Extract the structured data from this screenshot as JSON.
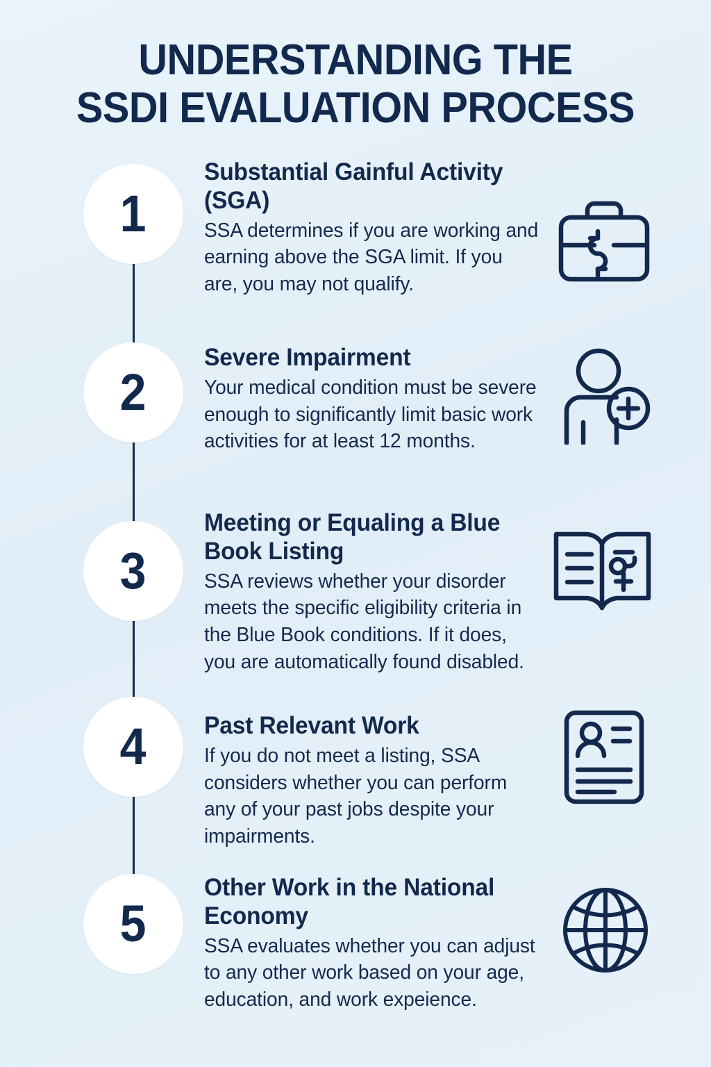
{
  "theme": {
    "background": "#e4f0f8",
    "navy": "#12294d",
    "circle_fill": "#ffffff"
  },
  "title": {
    "line1": "UNDERSTANDING THE",
    "line2": "SSDI EVALUATION PROCESS"
  },
  "steps": [
    {
      "number": "1",
      "heading": "Substantial Gainful Activity (SGA)",
      "description": "SSA determines if you are working and earning above the SGA limit. If you are, you may not qualify.",
      "icon": "briefcase-dollar-icon"
    },
    {
      "number": "2",
      "heading": "Severe Impairment",
      "description": "Your medical condition must be severe enough to significantly limit basic work activities for at least 12 months.",
      "icon": "person-medical-plus-icon"
    },
    {
      "number": "3",
      "heading": "Meeting or Equaling a Blue Book Listing",
      "description": "SSA reviews whether your disorder meets the specific eligibility criteria in the Blue Book conditions. If it does, you are automatically found disabled.",
      "icon": "open-book-medical-icon"
    },
    {
      "number": "4",
      "heading": "Past Relevant Work",
      "description": "If you do not meet a listing, SSA considers whether you can perform any of your past jobs despite your impairments.",
      "icon": "resume-document-icon"
    },
    {
      "number": "5",
      "heading": "Other Work in the National Economy",
      "description": "SSA evaluates whether you can adjust to any other work based on your age, education, and work expeience.",
      "icon": "globe-icon"
    }
  ]
}
